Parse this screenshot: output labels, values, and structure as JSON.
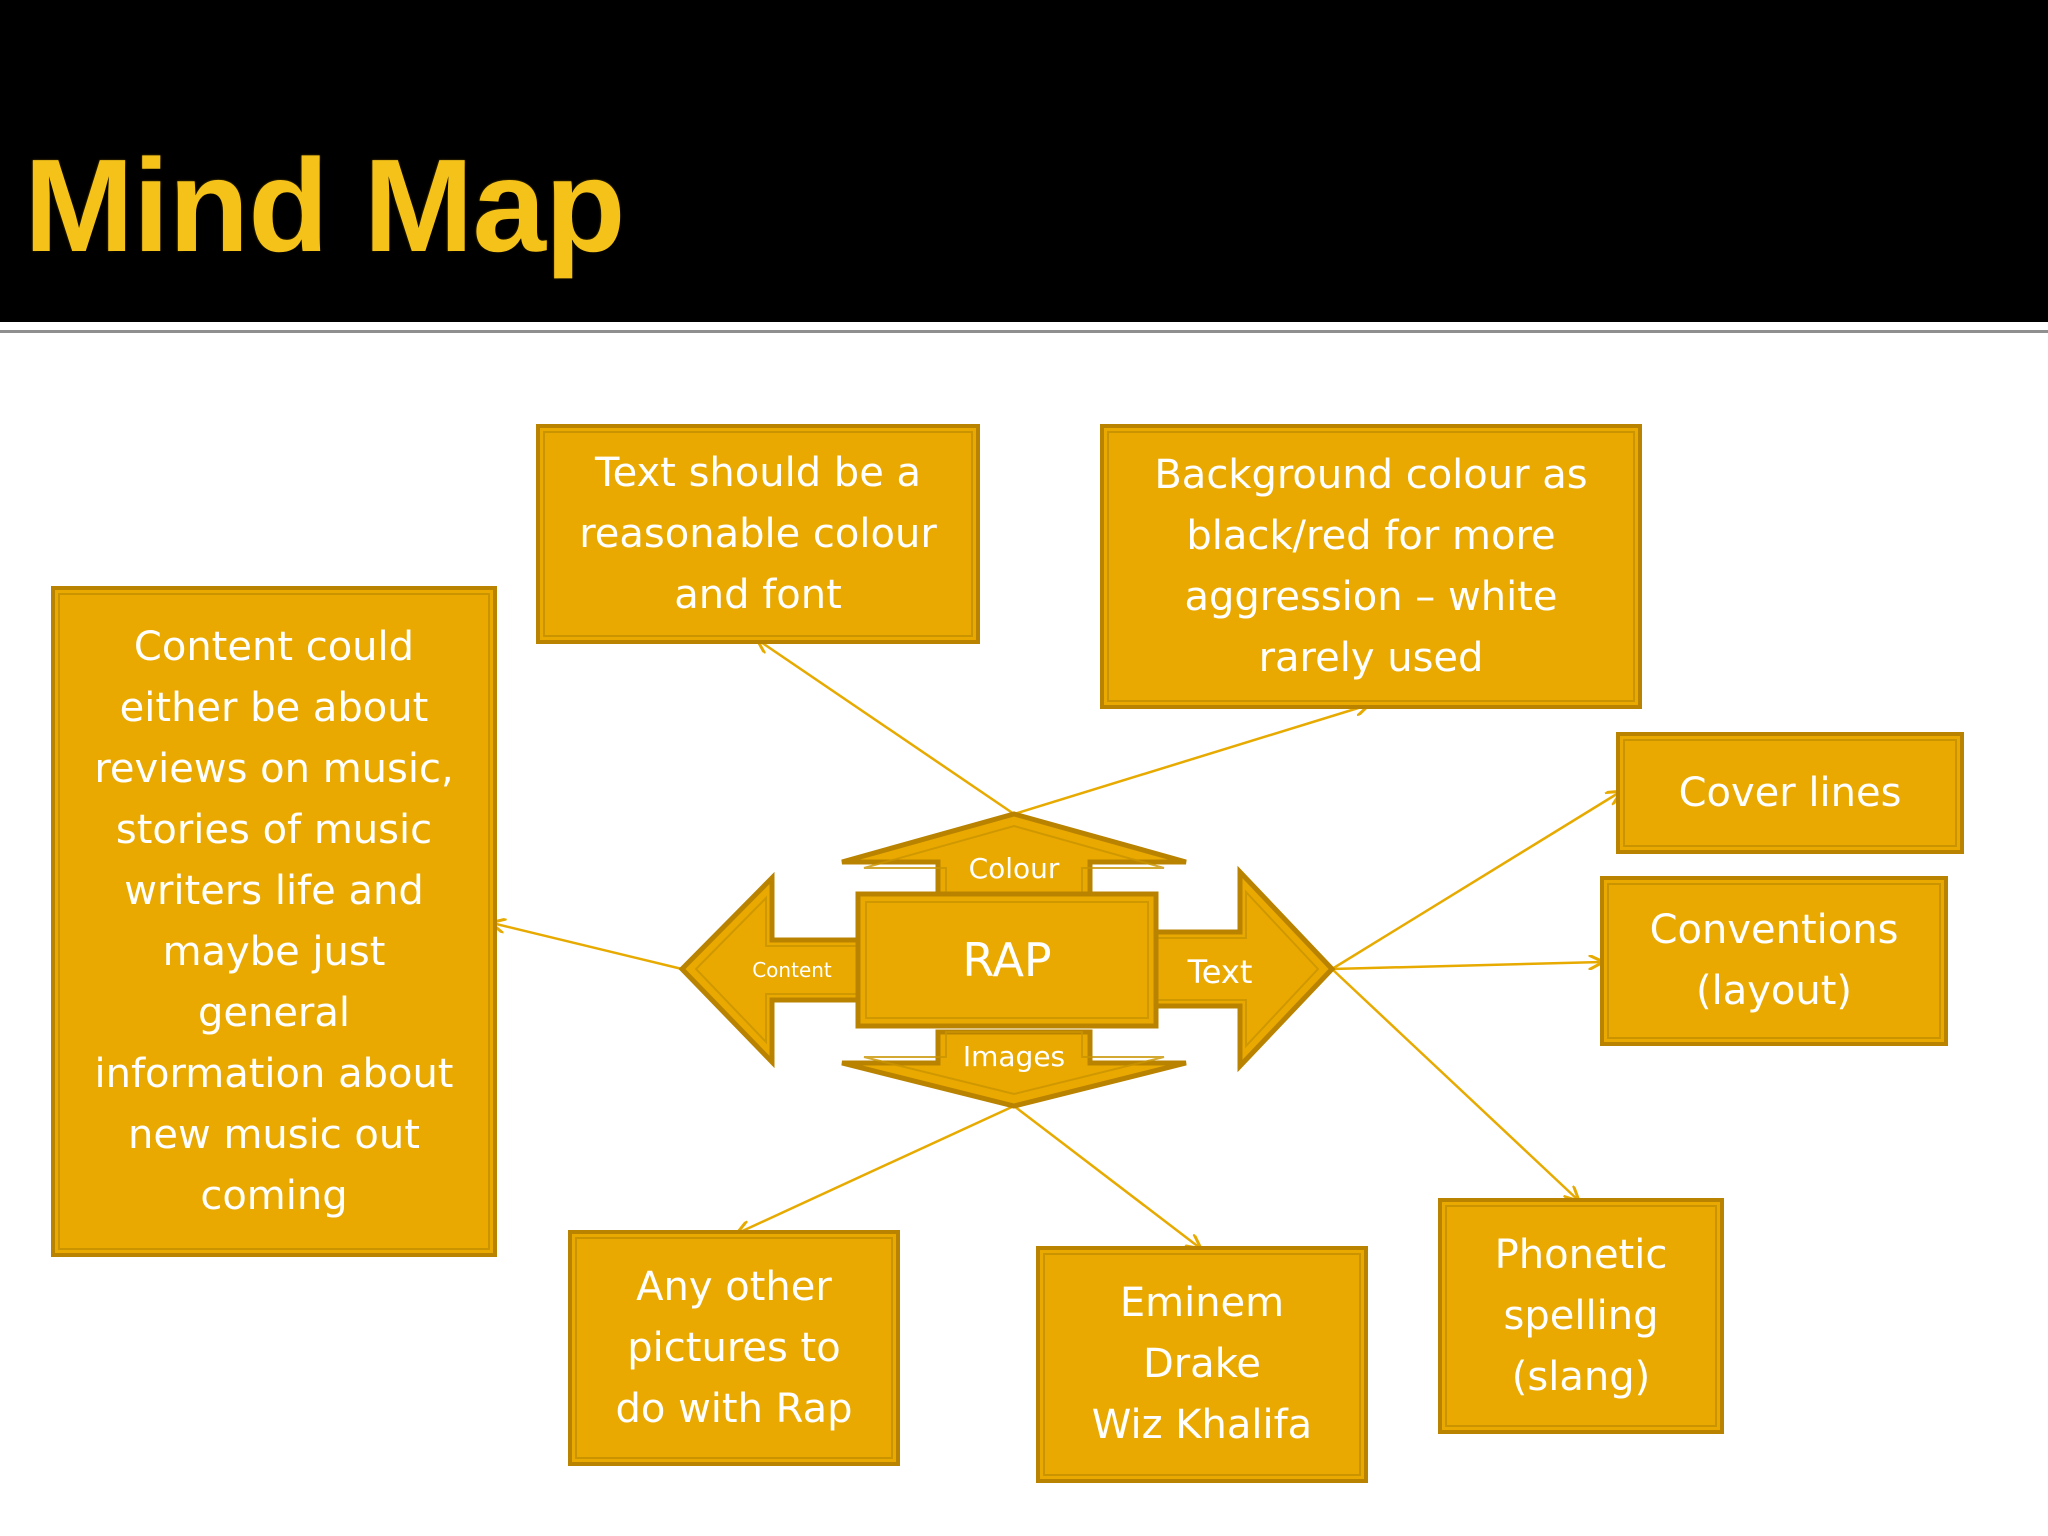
{
  "slide": {
    "title": "Mind Map"
  },
  "hub": {
    "center": "RAP",
    "up": "Colour",
    "down": "Images",
    "left": "Content",
    "right": "Text"
  },
  "nodes": {
    "text_colour_font": "Text should be  a\nreasonable colour\nand font",
    "background_colour": "Background colour as\nblack/red for more\naggression – white\nrarely used",
    "content_description": "Content could\neither be about\nreviews on music,\nstories of music\nwriters life and\nmaybe just\ngeneral\ninformation about\nnew music out\ncoming",
    "cover_lines": "Cover lines",
    "conventions": "Conventions\n(layout)",
    "other_pictures": "Any other\npictures to\ndo with Rap",
    "artists": "Eminem\nDrake\nWiz Khalifa",
    "phonetic_spelling": "Phonetic\nspelling\n(slang)"
  },
  "colors": {
    "box_fill": "#eaa900",
    "box_border": "#b98300",
    "title": "#f5c21a",
    "connector": "#e7aa00",
    "title_bar": "#000000"
  }
}
